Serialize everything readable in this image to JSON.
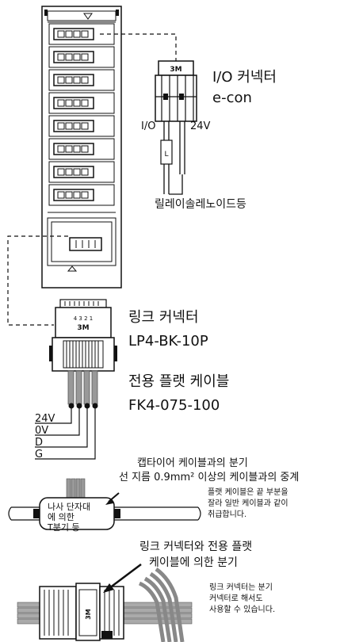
{
  "labels": {
    "io_connector": "I/O 커넥터",
    "econ": "e-con",
    "io": "I/O",
    "v24_top": "24V",
    "relay": "릴레이솔레노이드등",
    "link_connector": "링크 커넥터",
    "lp4": "LP4-BK-10P",
    "flat_cable": "전용 플랫 케이블",
    "fk4": "FK4-075-100",
    "wire_24v": "24V",
    "wire_0v": "0V",
    "wire_d": "D",
    "wire_g": "G",
    "cabtyre_branch": "캡타이어 케이블과의 분기",
    "relay_note": "선 지름 0.9mm² 이상의 케이블과의 중계",
    "flat_note_1": "플랫 케이블은 끝 부분을",
    "flat_note_2": "잘라 일반 케이블과 같이",
    "flat_note_3": "취급합니다.",
    "terminal_1": "나사 단자대",
    "terminal_2": "에 의한",
    "terminal_3": "T분기 등",
    "link_branch_1": "링크 커넥터와 전용 플랫",
    "link_branch_2": "케이블에 의한 분기",
    "link_note_1": "링크 커넥터는 분기",
    "link_note_2": "커넥터로 해서도",
    "link_note_3": "사용할 수 있습니다.",
    "brand_small": "3M",
    "brand_link": "3M",
    "pin_numbers": "4 3 2 1",
    "brand_bottom": "3M"
  }
}
